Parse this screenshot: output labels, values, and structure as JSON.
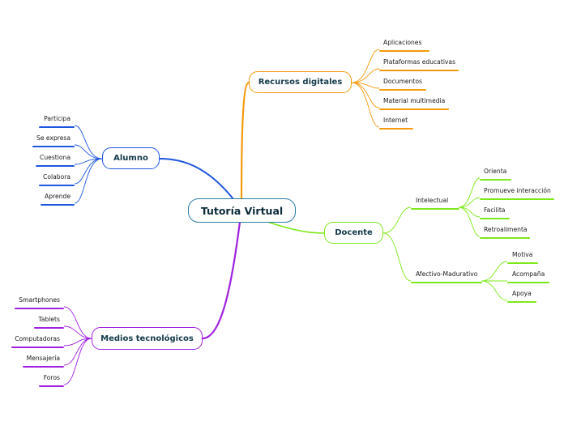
{
  "central": {
    "label": "Tutoría Virtual",
    "color": "#2a7da6"
  },
  "branches": {
    "recursos": {
      "label": "Recursos digitales",
      "color": "#f59a0c",
      "leaves": [
        "Aplicaciones",
        "Plataformas educativas",
        "Documentos",
        "Material multimedia",
        "Internet"
      ]
    },
    "alumno": {
      "label": "Alumno",
      "color": "#1e56e0",
      "leaves": [
        "Participa",
        "Se expresa",
        "Cuestiona",
        "Colabora",
        "Aprende"
      ]
    },
    "docente": {
      "label": "Docente",
      "color": "#7ce81a",
      "subs": {
        "intelectual": {
          "label": "Intelectual",
          "leaves": [
            "Orienta",
            "Promueve interacción",
            "Facilita",
            "Retroalimenta"
          ]
        },
        "afectivo": {
          "label": "Afectivo-Madurativo",
          "leaves": [
            "Motiva",
            "Acompaña",
            "Apoya"
          ]
        }
      }
    },
    "medios": {
      "label": "Medios tecnológicos",
      "color": "#a020e0",
      "leaves": [
        "Smartphones",
        "Tablets",
        "Computadoras",
        "Mensajería",
        "Foros"
      ]
    }
  }
}
